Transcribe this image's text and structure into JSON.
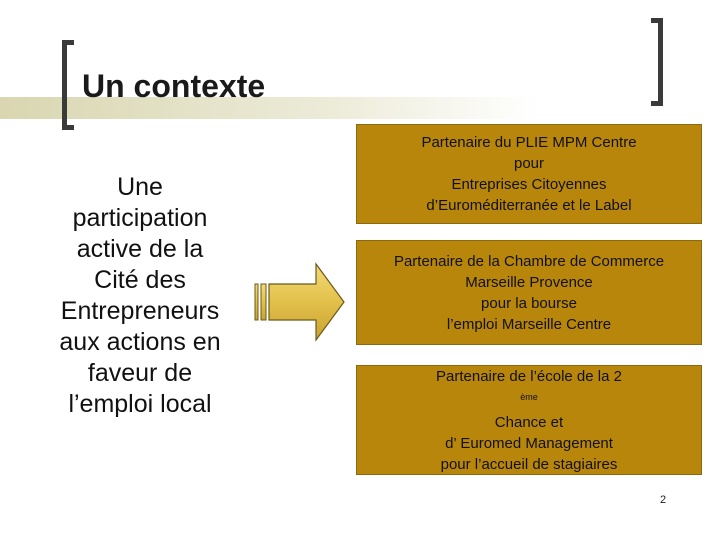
{
  "slide": {
    "title": "Un contexte",
    "left_lines": [
      "Une",
      "participation",
      "active de la",
      "Cité des",
      "Entrepreneurs",
      "aux actions en",
      "faveur de",
      "l’emploi local"
    ],
    "boxes": [
      {
        "lines": [
          "Partenaire du PLIE MPM Centre",
          "pour",
          "Entreprises Citoyennes",
          "d’Euroméditerranée et le Label"
        ]
      },
      {
        "lines": [
          "Partenaire de la Chambre de Commerce",
          "Marseille Provence",
          "pour la bourse",
          "l’emploi Marseille Centre"
        ]
      },
      {
        "line1_pre": "Partenaire de l’école de la 2",
        "line1_sup": "ème",
        "line1_post": " Chance et",
        "lines": [
          "d’ Euromed Management",
          "pour l’accueil de stagiaires"
        ]
      }
    ],
    "page_number": "2"
  },
  "colors": {
    "box_fill": "#b8860b",
    "arrow_fill": "#e2c04a",
    "bracket": "#3a3a3a"
  },
  "icons": {
    "arrow": "right-arrow-icon"
  }
}
